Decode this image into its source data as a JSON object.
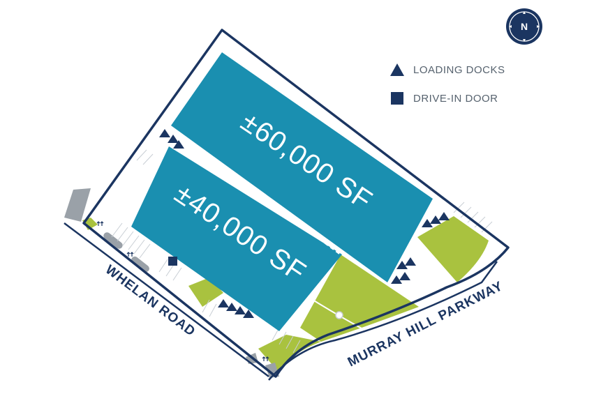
{
  "buildings": [
    {
      "label": "±60,000 SF"
    },
    {
      "label": "±40,000 SF"
    }
  ],
  "roads": {
    "west": "WHELAN ROAD",
    "south": "MURRAY HILL PARKWAY"
  },
  "legend": {
    "loading_docks": "LOADING DOCKS",
    "drive_in_door": "DRIVE-IN DOOR"
  },
  "compass": {
    "letter": "N"
  },
  "colors": {
    "building": "#1a8fb0",
    "outline": "#1b3561",
    "green": "#a9c23f",
    "curb": "#9aa1a8"
  },
  "icons": {
    "loading_dock": "triangle",
    "drive_in_door": "square",
    "compass": "compass-rose"
  }
}
